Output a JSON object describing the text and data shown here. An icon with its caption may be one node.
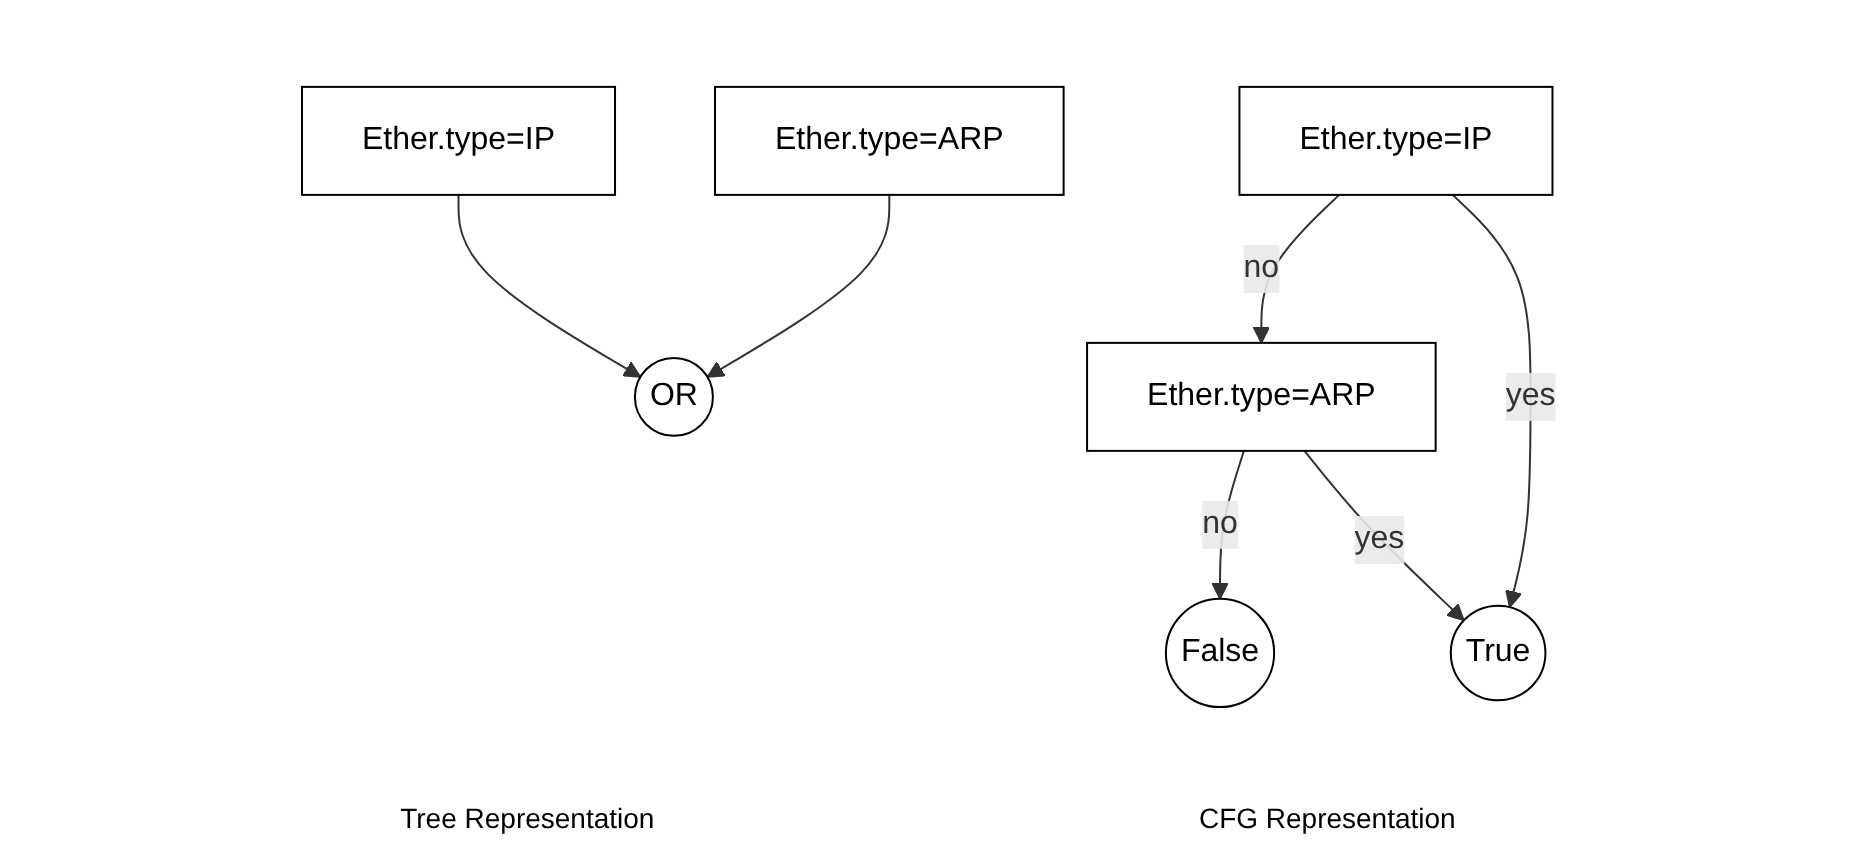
{
  "diagram": {
    "nodes": [
      {
        "text": [
          "OR"
        ]
      },
      {
        "text": [
          "Ether.type=IP"
        ]
      },
      {
        "text": [
          "Ether.type=ARP"
        ]
      },
      {
        "text": [
          "Ether.type=IP"
        ]
      },
      {
        "text": [
          "Ether.type=ARP"
        ]
      },
      {
        "text": [
          "False"
        ]
      },
      {
        "text": [
          "True"
        ]
      }
    ],
    "edges": [
      {
        "from": 1,
        "to": 0,
        "arrow": "to"
      },
      {
        "from": 2,
        "to": 0,
        "arrow": "to"
      },
      {
        "from": 3,
        "to": 4,
        "arrow": "to",
        "label": "no"
      },
      {
        "from": 3,
        "to": 6,
        "arrow": "to",
        "label": "yes"
      },
      {
        "from": 4,
        "to": 5,
        "arrow": "to",
        "label": "no"
      },
      {
        "from": 4,
        "to": 6,
        "arrow": "to",
        "label": "yes"
      }
    ],
    "labels": [
      "Tree Representation",
      "CFG Representation"
    ]
  }
}
